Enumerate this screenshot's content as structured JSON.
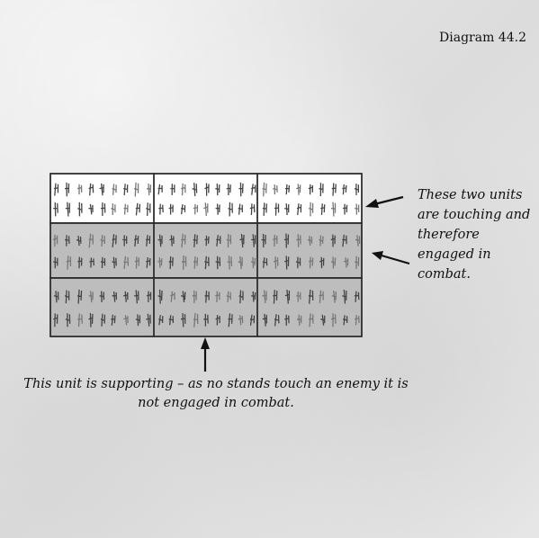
{
  "diagram": {
    "title": "Diagram 44.2",
    "right_caption": "These two units are touching and therefore engaged in combat.",
    "bottom_caption": "This unit is supporting – as no stands touch an enemy it is not engaged in combat.",
    "units": [
      {
        "name": "enemy-unit",
        "stands": 3,
        "color": "#ffffff"
      },
      {
        "name": "front-unit",
        "stands": 3,
        "color": "#bdbdbd"
      },
      {
        "name": "supporting-unit",
        "stands": 3,
        "color": "#bdbdbd"
      }
    ],
    "colors": {
      "text": "#111111",
      "border": "#2a2a2a",
      "arrow": "#111111"
    }
  }
}
